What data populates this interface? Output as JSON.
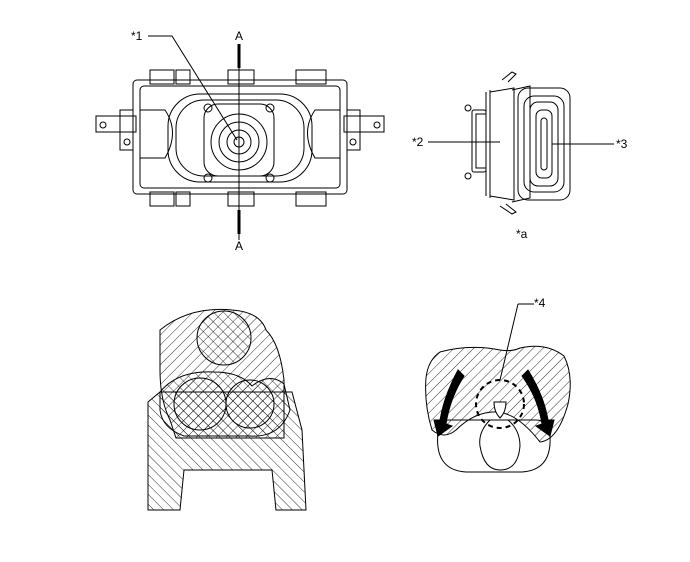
{
  "callouts": {
    "c1": "*1",
    "c2": "*2",
    "c3": "*3",
    "c4": "*4",
    "ca": "*a"
  },
  "section_marks": {
    "top": "A",
    "bottom": "A"
  },
  "colors": {
    "line": "#000000",
    "background": "#ffffff"
  }
}
